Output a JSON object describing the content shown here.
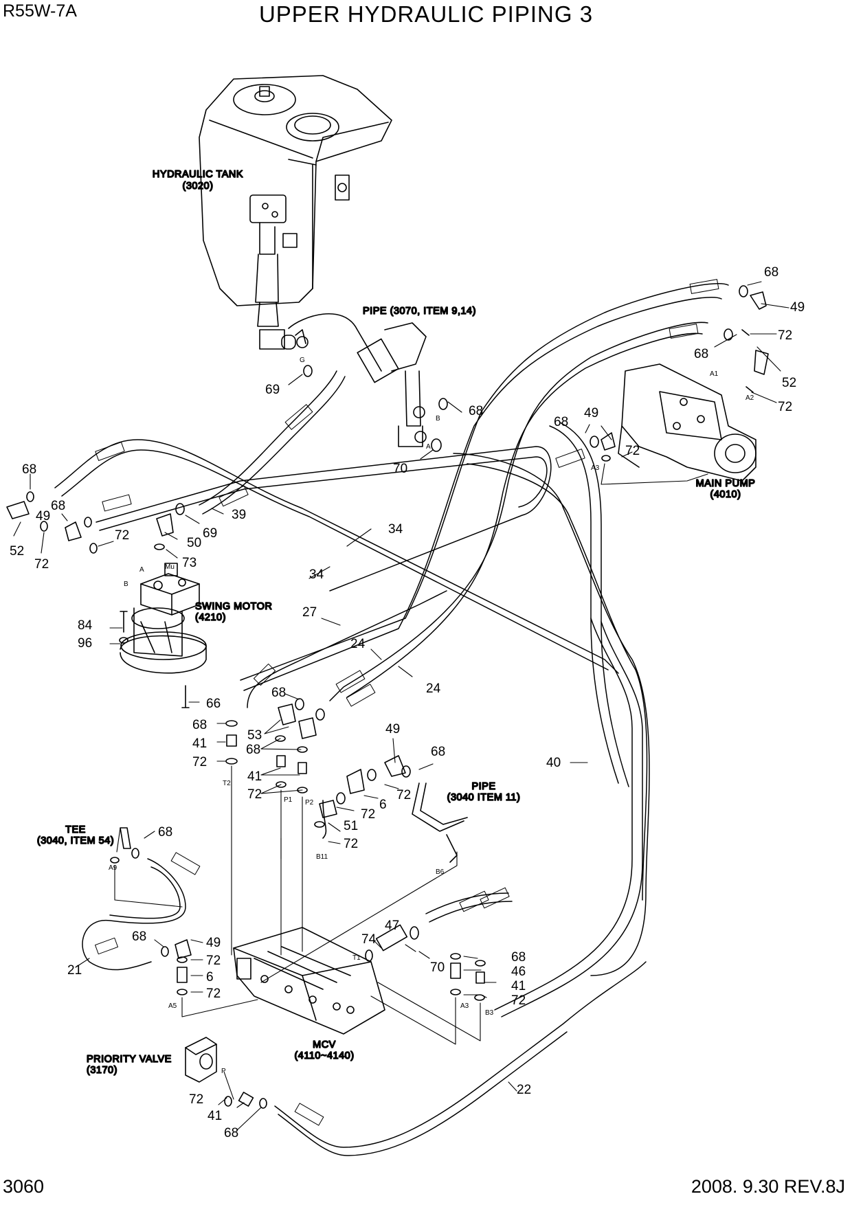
{
  "header": {
    "model": "R55W-7A",
    "title": "UPPER HYDRAULIC PIPING 3"
  },
  "footer": {
    "page": "3060",
    "revision": "2008. 9.30  REV.8J"
  },
  "components": {
    "hydraulic_tank": {
      "name": "HYDRAULIC TANK",
      "ref": "(3020)"
    },
    "pipe_top": {
      "name": "PIPE (3070, ITEM 9,14)"
    },
    "main_pump": {
      "name": "MAIN PUMP",
      "ref": "(4010)"
    },
    "swing_motor": {
      "name": "SWING MOTOR",
      "ref": "(4210)"
    },
    "tee": {
      "name": "TEE",
      "ref": "(3040, ITEM 54)"
    },
    "pipe_mid": {
      "name": "PIPE",
      "ref": "(3040 ITEM 11)"
    },
    "mcv": {
      "name": "MCV",
      "ref": "(4110~4140)"
    },
    "priority_valve": {
      "name": "PRIORITY VALVE",
      "ref": "(3170)"
    }
  },
  "part_numbers": {
    "p68": "68",
    "p49": "49",
    "p72": "72",
    "p52": "52",
    "p69": "69",
    "p70": "70",
    "p39": "39",
    "p50": "50",
    "p73": "73",
    "p34": "34",
    "p27": "27",
    "p24": "24",
    "p84": "84",
    "p96": "96",
    "p66": "66",
    "p53": "53",
    "p41": "41",
    "p6": "6",
    "p51": "51",
    "p40": "40",
    "p21": "21",
    "p47": "47",
    "p74": "74",
    "p46": "46",
    "p22": "22"
  },
  "ports": {
    "G": "G",
    "B": "B",
    "A": "A",
    "A1": "A1",
    "A2": "A2",
    "A3": "A3",
    "Mu": "Mu",
    "T2": "T2",
    "P1": "P1",
    "P2": "P2",
    "B11": "B11",
    "A9": "A9",
    "B6": "B6",
    "T1": "T1",
    "A5": "A5",
    "B3": "B3",
    "P": "P"
  }
}
